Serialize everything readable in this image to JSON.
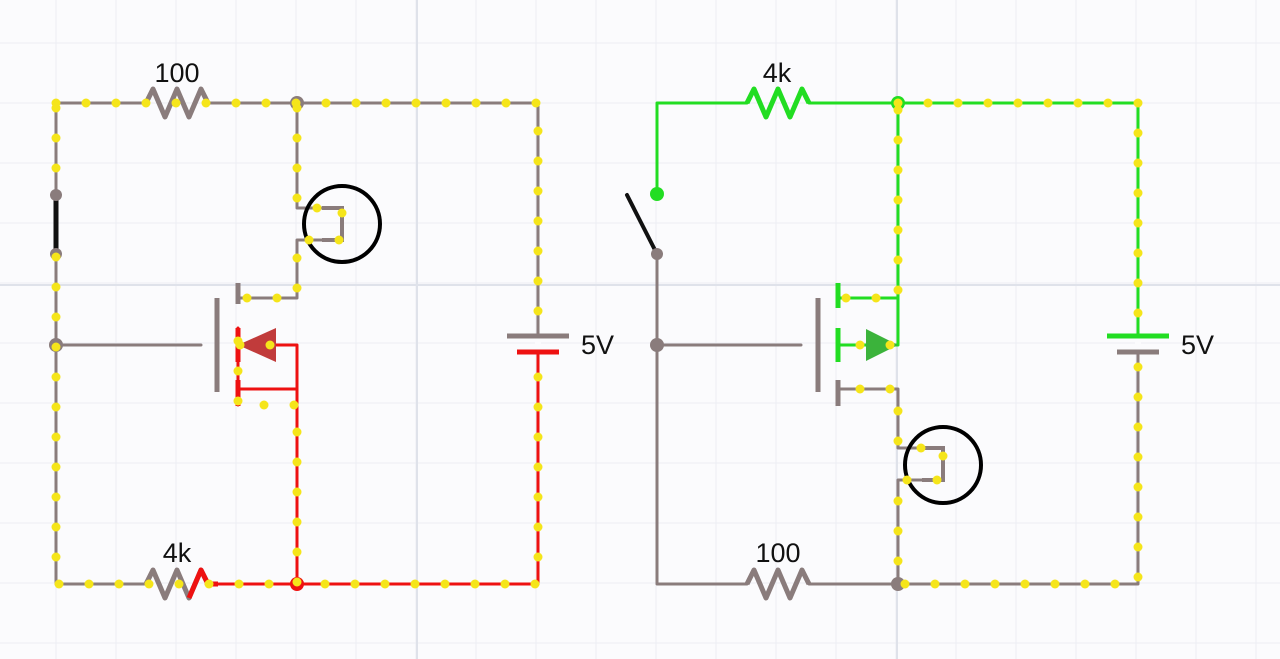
{
  "colors": {
    "background": "#fbfbfd",
    "grid_minor": "#eceef4",
    "grid_major": "#dfe2ea",
    "wire_neutral": "#8a7c7c",
    "wire_high": "#22dd22",
    "wire_low": "#ee1111",
    "current_dots": "#f5e51a",
    "switch_closed": "#111111",
    "lamp": "#000000"
  },
  "circuit_left": {
    "resistor_top_label": "100",
    "resistor_bottom_label": "4k",
    "battery_label": "5V",
    "switch_state": "closed",
    "transistor": "p-channel-mosfet"
  },
  "circuit_right": {
    "resistor_top_label": "4k",
    "resistor_bottom_label": "100",
    "battery_label": "5V",
    "switch_state": "open",
    "transistor": "n-channel-mosfet"
  }
}
